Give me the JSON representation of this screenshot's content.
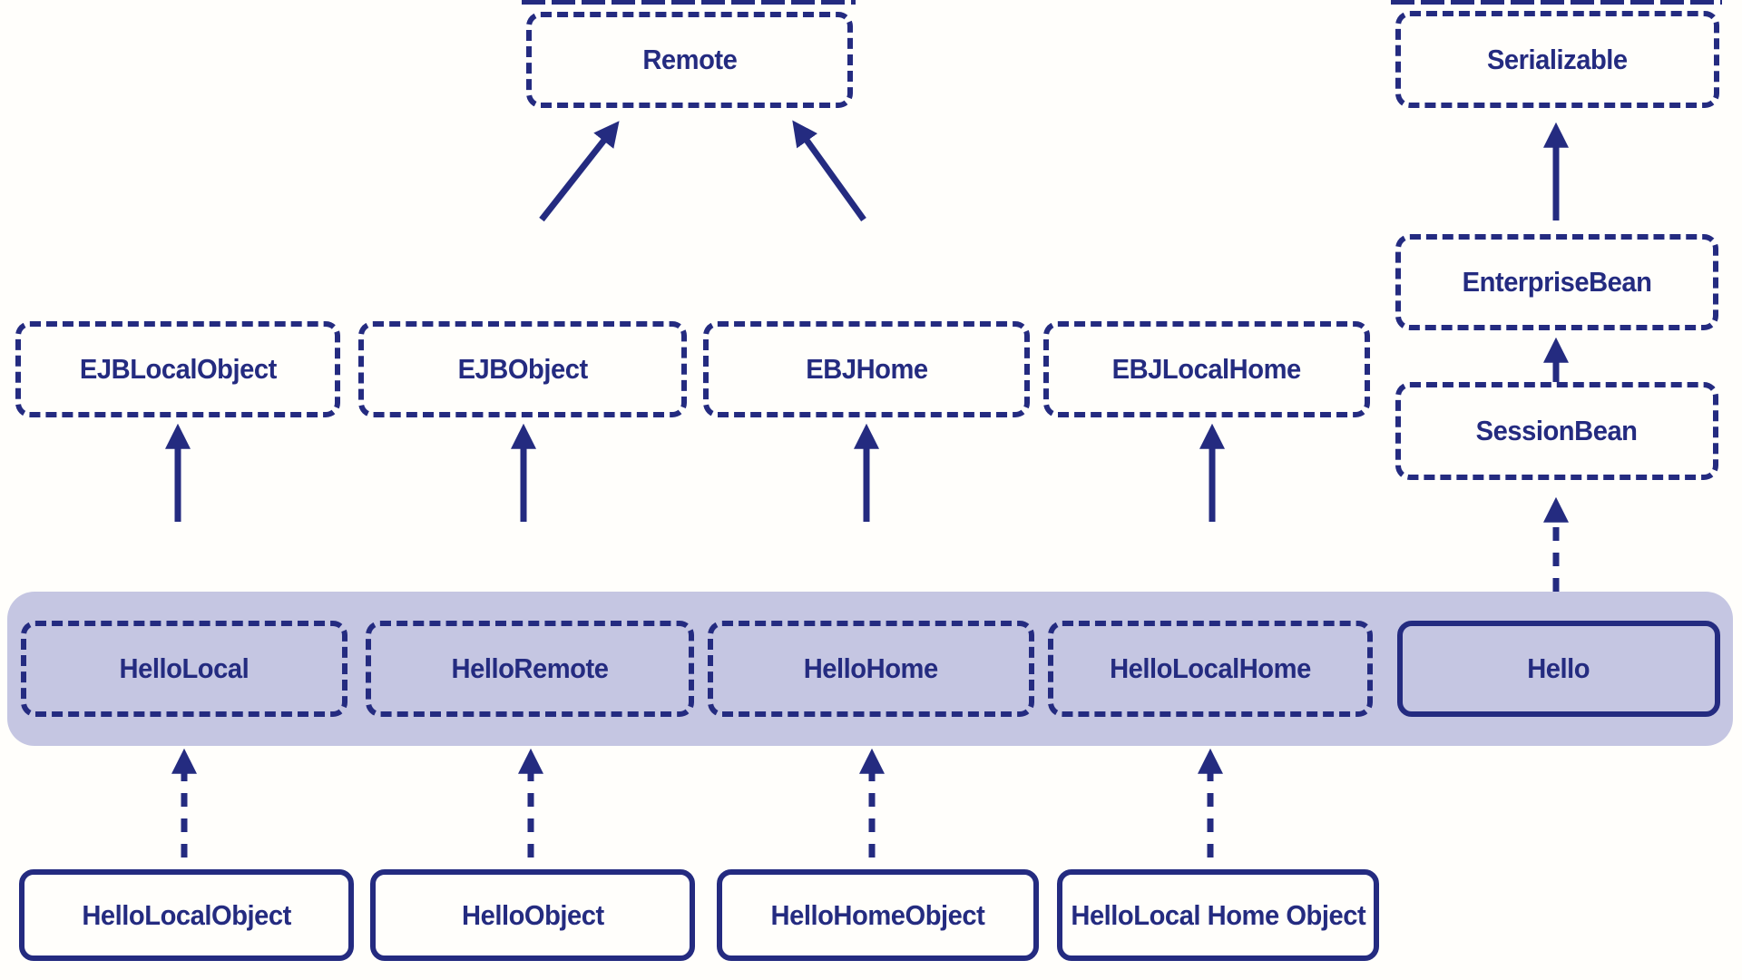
{
  "colors": {
    "ink": "#242b80",
    "band": "#c5c6e2",
    "background": "#fffefb"
  },
  "nodes": {
    "remote": {
      "label": "Remote",
      "style": "dashed"
    },
    "serializable": {
      "label": "Serializable",
      "style": "dashed"
    },
    "enterprise_bean": {
      "label": "EnterpriseBean",
      "style": "dashed"
    },
    "session_bean": {
      "label": "SessionBean",
      "style": "dashed"
    },
    "ejb_local_object": {
      "label": "EJBLocalObject",
      "style": "dashed"
    },
    "ejb_object": {
      "label": "EJBObject",
      "style": "dashed"
    },
    "ebj_home": {
      "label": "EBJHome",
      "style": "dashed"
    },
    "ebj_local_home": {
      "label": "EBJLocalHome",
      "style": "dashed"
    },
    "hello_local": {
      "label": "HelloLocal",
      "style": "dashed"
    },
    "hello_remote": {
      "label": "HelloRemote",
      "style": "dashed"
    },
    "hello_home": {
      "label": "HelloHome",
      "style": "dashed"
    },
    "hello_local_home": {
      "label": "HelloLocalHome",
      "style": "dashed"
    },
    "hello": {
      "label": "Hello",
      "style": "solid"
    },
    "hello_local_object": {
      "label": "HelloLocalObject",
      "style": "solid"
    },
    "hello_object": {
      "label": "HelloObject",
      "style": "solid"
    },
    "hello_home_object": {
      "label": "HelloHomeObject",
      "style": "solid"
    },
    "hello_local_home_object": {
      "label": "HelloLocal Home Object",
      "style": "solid"
    }
  },
  "edges": [
    {
      "from": "HelloLocal",
      "to": "EJBLocalObject",
      "style": "solid"
    },
    {
      "from": "HelloRemote",
      "to": "EJBObject",
      "style": "solid"
    },
    {
      "from": "HelloHome",
      "to": "EBJHome",
      "style": "solid"
    },
    {
      "from": "HelloLocalHome",
      "to": "EBJLocalHome",
      "style": "solid"
    },
    {
      "from": "EJBObject",
      "to": "Remote",
      "style": "solid"
    },
    {
      "from": "EBJHome",
      "to": "Remote",
      "style": "solid"
    },
    {
      "from": "SessionBean",
      "to": "EnterpriseBean",
      "style": "solid"
    },
    {
      "from": "EnterpriseBean",
      "to": "Serializable",
      "style": "solid"
    },
    {
      "from": "Hello",
      "to": "SessionBean",
      "style": "dashed"
    },
    {
      "from": "HelloLocalObject",
      "to": "HelloLocal",
      "style": "dashed"
    },
    {
      "from": "HelloObject",
      "to": "HelloRemote",
      "style": "dashed"
    },
    {
      "from": "HelloHomeObject",
      "to": "HelloHome",
      "style": "dashed"
    },
    {
      "from": "HelloLocal Home Object",
      "to": "HelloLocalHome",
      "style": "dashed"
    }
  ]
}
